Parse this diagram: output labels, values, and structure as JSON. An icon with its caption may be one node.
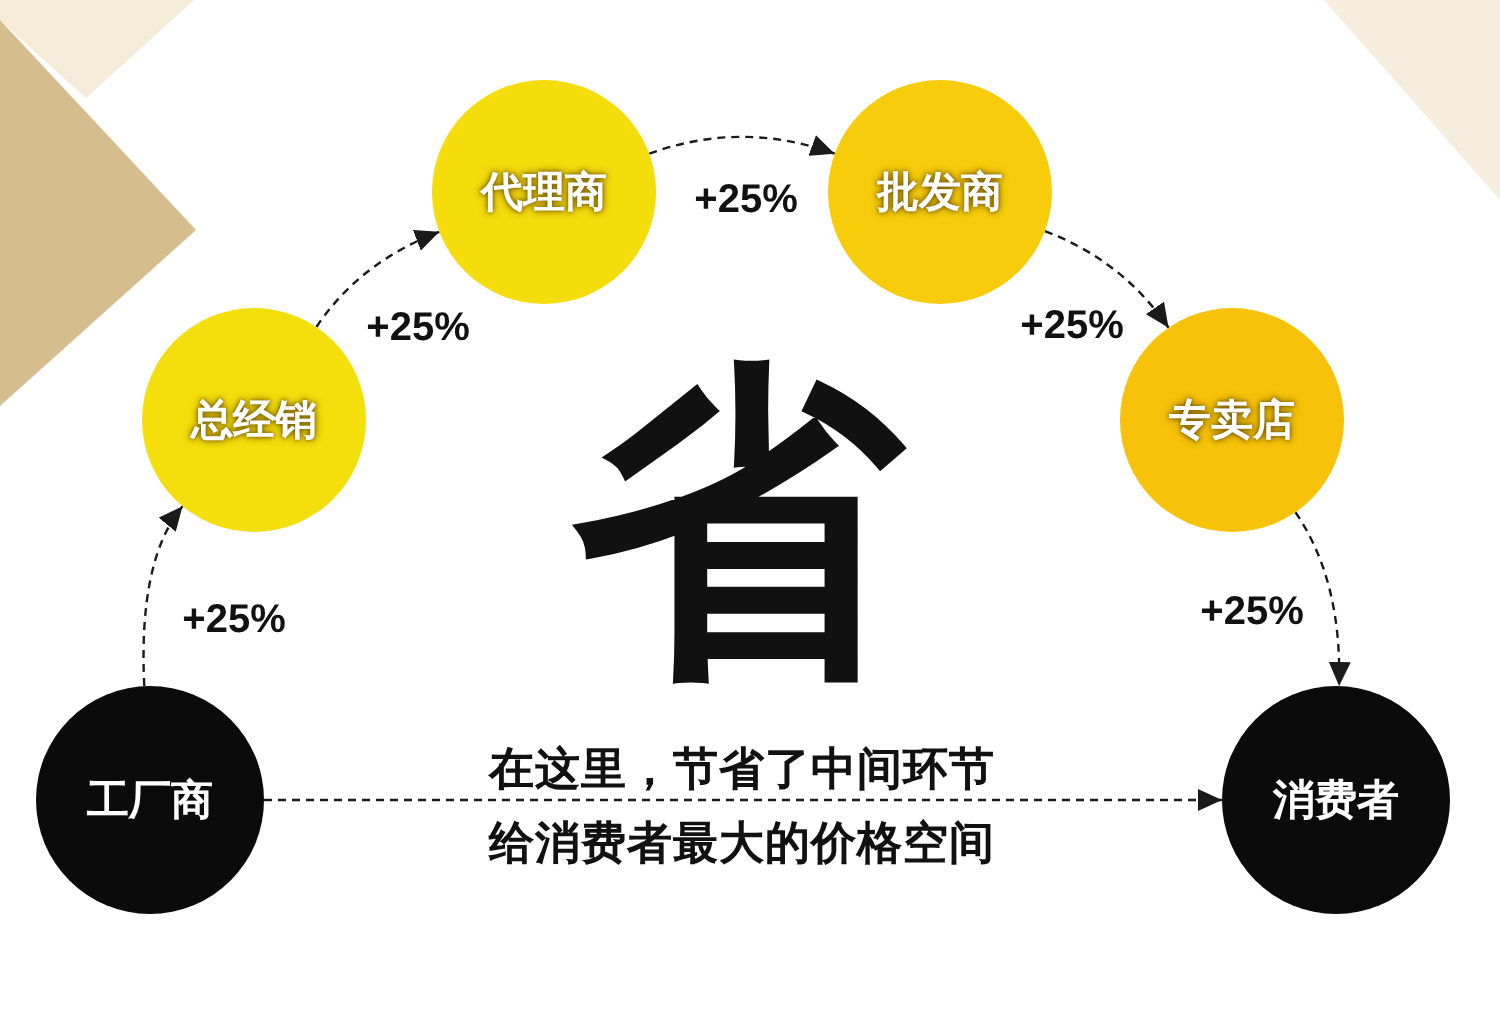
{
  "diagram": {
    "nodes": [
      {
        "text": [
          "工厂商"
        ]
      },
      {
        "text": [
          "总经销"
        ]
      },
      {
        "text": [
          "代理商"
        ]
      },
      {
        "text": [
          "批发商"
        ]
      },
      {
        "text": [
          "专卖店"
        ]
      },
      {
        "text": [
          "消费者"
        ]
      }
    ],
    "edges": [
      {
        "from": 0,
        "to": 1,
        "arrow": "to",
        "label": "+25%",
        "style": "dashed"
      },
      {
        "from": 1,
        "to": 2,
        "arrow": "to",
        "label": "+25%",
        "style": "dashed"
      },
      {
        "from": 2,
        "to": 3,
        "arrow": "to",
        "label": "+25%",
        "style": "dashed"
      },
      {
        "from": 3,
        "to": 4,
        "arrow": "to",
        "label": "+25%",
        "style": "dashed"
      },
      {
        "from": 4,
        "to": 5,
        "arrow": "to",
        "label": "+25%",
        "style": "dashed"
      },
      {
        "from": 0,
        "to": 5,
        "arrow": "to",
        "style": "dashed"
      }
    ],
    "labels": [
      "省",
      "在这里，节省了中间环节",
      "给消费者最大的价格空间"
    ]
  }
}
